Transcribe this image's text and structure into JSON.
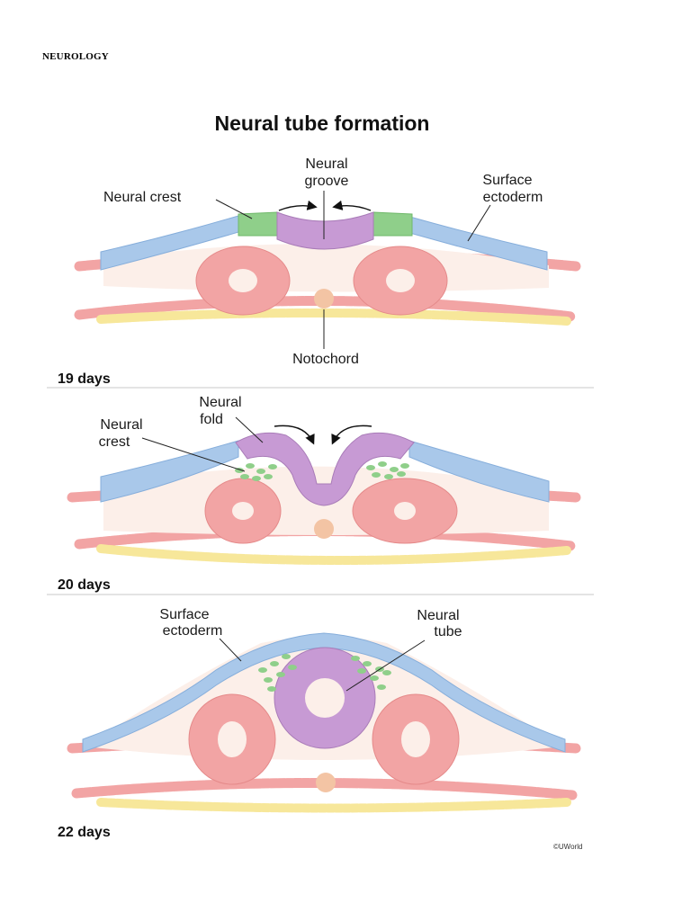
{
  "page": {
    "section_header": "NEUROLOGY"
  },
  "figure": {
    "title": "Neural tube formation",
    "copyright": "©UWorld",
    "colors": {
      "surface_ectoderm": "#a9c8ea",
      "neural_crest": "#8fcf8a",
      "neural_plate": "#c79ad4",
      "somite": "#f2a4a4",
      "notochord": "#f3c4a4",
      "endoderm": "#f7e79a",
      "mesenchyme": "#fcefe9"
    },
    "panels": [
      {
        "stage": "19 days",
        "labels": {
          "neural_crest": "Neural crest",
          "neural_groove_1": "Neural",
          "neural_groove_2": "groove",
          "surface_ectoderm_1": "Surface",
          "surface_ectoderm_2": "ectoderm",
          "notochord": "Notochord"
        }
      },
      {
        "stage": "20 days",
        "labels": {
          "neural_fold_1": "Neural",
          "neural_fold_2": "fold",
          "neural_crest_1": "Neural",
          "neural_crest_2": "crest"
        }
      },
      {
        "stage": "22 days",
        "labels": {
          "surface_ectoderm_1": "Surface",
          "surface_ectoderm_2": "ectoderm",
          "neural_tube_1": "Neural",
          "neural_tube_2": "tube"
        }
      }
    ]
  }
}
